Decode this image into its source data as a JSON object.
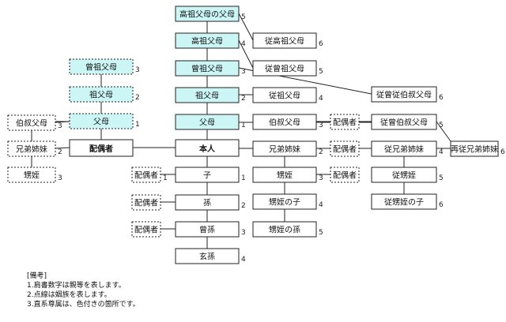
{
  "nodes": [
    {
      "id": "kouso",
      "label": "高祖父母の父母",
      "deg": "5",
      "fill": "cyan",
      "style": "solid"
    },
    {
      "id": "kouso-fubo",
      "label": "高祖父母",
      "deg": "4",
      "fill": "cyan",
      "style": "solid"
    },
    {
      "id": "juu-kouso",
      "label": "従高祖父母",
      "deg": "6",
      "fill": "white",
      "style": "solid"
    },
    {
      "id": "sousofubo",
      "label": "曾祖父母",
      "deg": "3",
      "fill": "cyan",
      "style": "solid"
    },
    {
      "id": "juu-souso",
      "label": "従曾祖父母",
      "deg": "5",
      "fill": "white",
      "style": "solid"
    },
    {
      "id": "juu-souju-hakushuku",
      "label": "従曾従伯叔父母",
      "deg": "6",
      "fill": "white",
      "style": "solid"
    },
    {
      "id": "sofubo",
      "label": "祖父母",
      "deg": "2",
      "fill": "cyan",
      "style": "solid"
    },
    {
      "id": "juu-sofubo",
      "label": "従祖父母",
      "deg": "4",
      "fill": "white",
      "style": "solid"
    },
    {
      "id": "fubo",
      "label": "父母",
      "deg": "1",
      "fill": "cyan",
      "style": "solid"
    },
    {
      "id": "hakushuku",
      "label": "伯叔父母",
      "deg": "3",
      "fill": "white",
      "style": "solid"
    },
    {
      "id": "hakushuku-spouse",
      "label": "配偶者",
      "deg": "",
      "fill": "white",
      "style": "dashed"
    },
    {
      "id": "juu-sou-hakushuku",
      "label": "従曾伯叔父母",
      "deg": "5",
      "fill": "white",
      "style": "solid"
    },
    {
      "id": "sp-sousofubo",
      "label": "曾祖父母",
      "deg": "3",
      "fill": "cyan",
      "style": "dashed"
    },
    {
      "id": "sp-sofubo",
      "label": "祖父母",
      "deg": "2",
      "fill": "cyan",
      "style": "dashed"
    },
    {
      "id": "sp-fubo",
      "label": "父母",
      "deg": "1",
      "fill": "cyan",
      "style": "dashed"
    },
    {
      "id": "sp-hakushuku",
      "label": "伯叔父母",
      "deg": "3",
      "fill": "white",
      "style": "dashed"
    },
    {
      "id": "sp-kyoudai",
      "label": "兄弟姉妹",
      "deg": "2",
      "fill": "white",
      "style": "dashed"
    },
    {
      "id": "sp-oimei",
      "label": "甥姪",
      "deg": "3",
      "fill": "white",
      "style": "dashed"
    },
    {
      "id": "haiguusha",
      "label": "配偶者",
      "deg": "",
      "fill": "white",
      "style": "bold"
    },
    {
      "id": "honnin",
      "label": "本人",
      "deg": "",
      "fill": "white",
      "style": "bold"
    },
    {
      "id": "kyoudai",
      "label": "兄弟姉妹",
      "deg": "2",
      "fill": "white",
      "style": "solid"
    },
    {
      "id": "kyoudai-spouse",
      "label": "配偶者",
      "deg": "",
      "fill": "white",
      "style": "dashed"
    },
    {
      "id": "juu-kyoudai",
      "label": "従兄弟姉妹",
      "deg": "4",
      "fill": "white",
      "style": "solid"
    },
    {
      "id": "sai-juu-kyoudai",
      "label": "再従兄弟姉妹",
      "deg": "6",
      "fill": "white",
      "style": "solid"
    },
    {
      "id": "ko-spouse",
      "label": "配偶者",
      "deg": "1",
      "fill": "white",
      "style": "dashed"
    },
    {
      "id": "ko",
      "label": "子",
      "deg": "1",
      "fill": "white",
      "style": "solid"
    },
    {
      "id": "oimei",
      "label": "甥姪",
      "deg": "3",
      "fill": "white",
      "style": "solid"
    },
    {
      "id": "oimei-spouse",
      "label": "配偶者",
      "deg": "",
      "fill": "white",
      "style": "dashed"
    },
    {
      "id": "juu-oimei",
      "label": "従甥姪",
      "deg": "5",
      "fill": "white",
      "style": "solid"
    },
    {
      "id": "mago-spouse",
      "label": "配偶者",
      "deg": "",
      "fill": "white",
      "style": "dashed"
    },
    {
      "id": "mago",
      "label": "孫",
      "deg": "2",
      "fill": "white",
      "style": "solid"
    },
    {
      "id": "oimei-ko",
      "label": "甥姪の子",
      "deg": "4",
      "fill": "white",
      "style": "solid"
    },
    {
      "id": "juu-oimei-ko",
      "label": "従甥姪の子",
      "deg": "6",
      "fill": "white",
      "style": "solid"
    },
    {
      "id": "himago-spouse",
      "label": "配偶者",
      "deg": "",
      "fill": "white",
      "style": "dashed"
    },
    {
      "id": "himago",
      "label": "曾孫",
      "deg": "3",
      "fill": "white",
      "style": "solid"
    },
    {
      "id": "oimei-mago",
      "label": "甥姪の孫",
      "deg": "5",
      "fill": "white",
      "style": "solid"
    },
    {
      "id": "genson",
      "label": "玄孫",
      "deg": "4",
      "fill": "white",
      "style": "solid"
    }
  ],
  "notes": {
    "heading": "[備考]",
    "line1": "1.肩書数字は親等を表します。",
    "line2": "2.点線は姻族を表します。",
    "line3": "3.直系尊属は、色付きの箇所です。"
  },
  "colors": {
    "cyan": "#ccf6f6",
    "line": "#222222"
  }
}
